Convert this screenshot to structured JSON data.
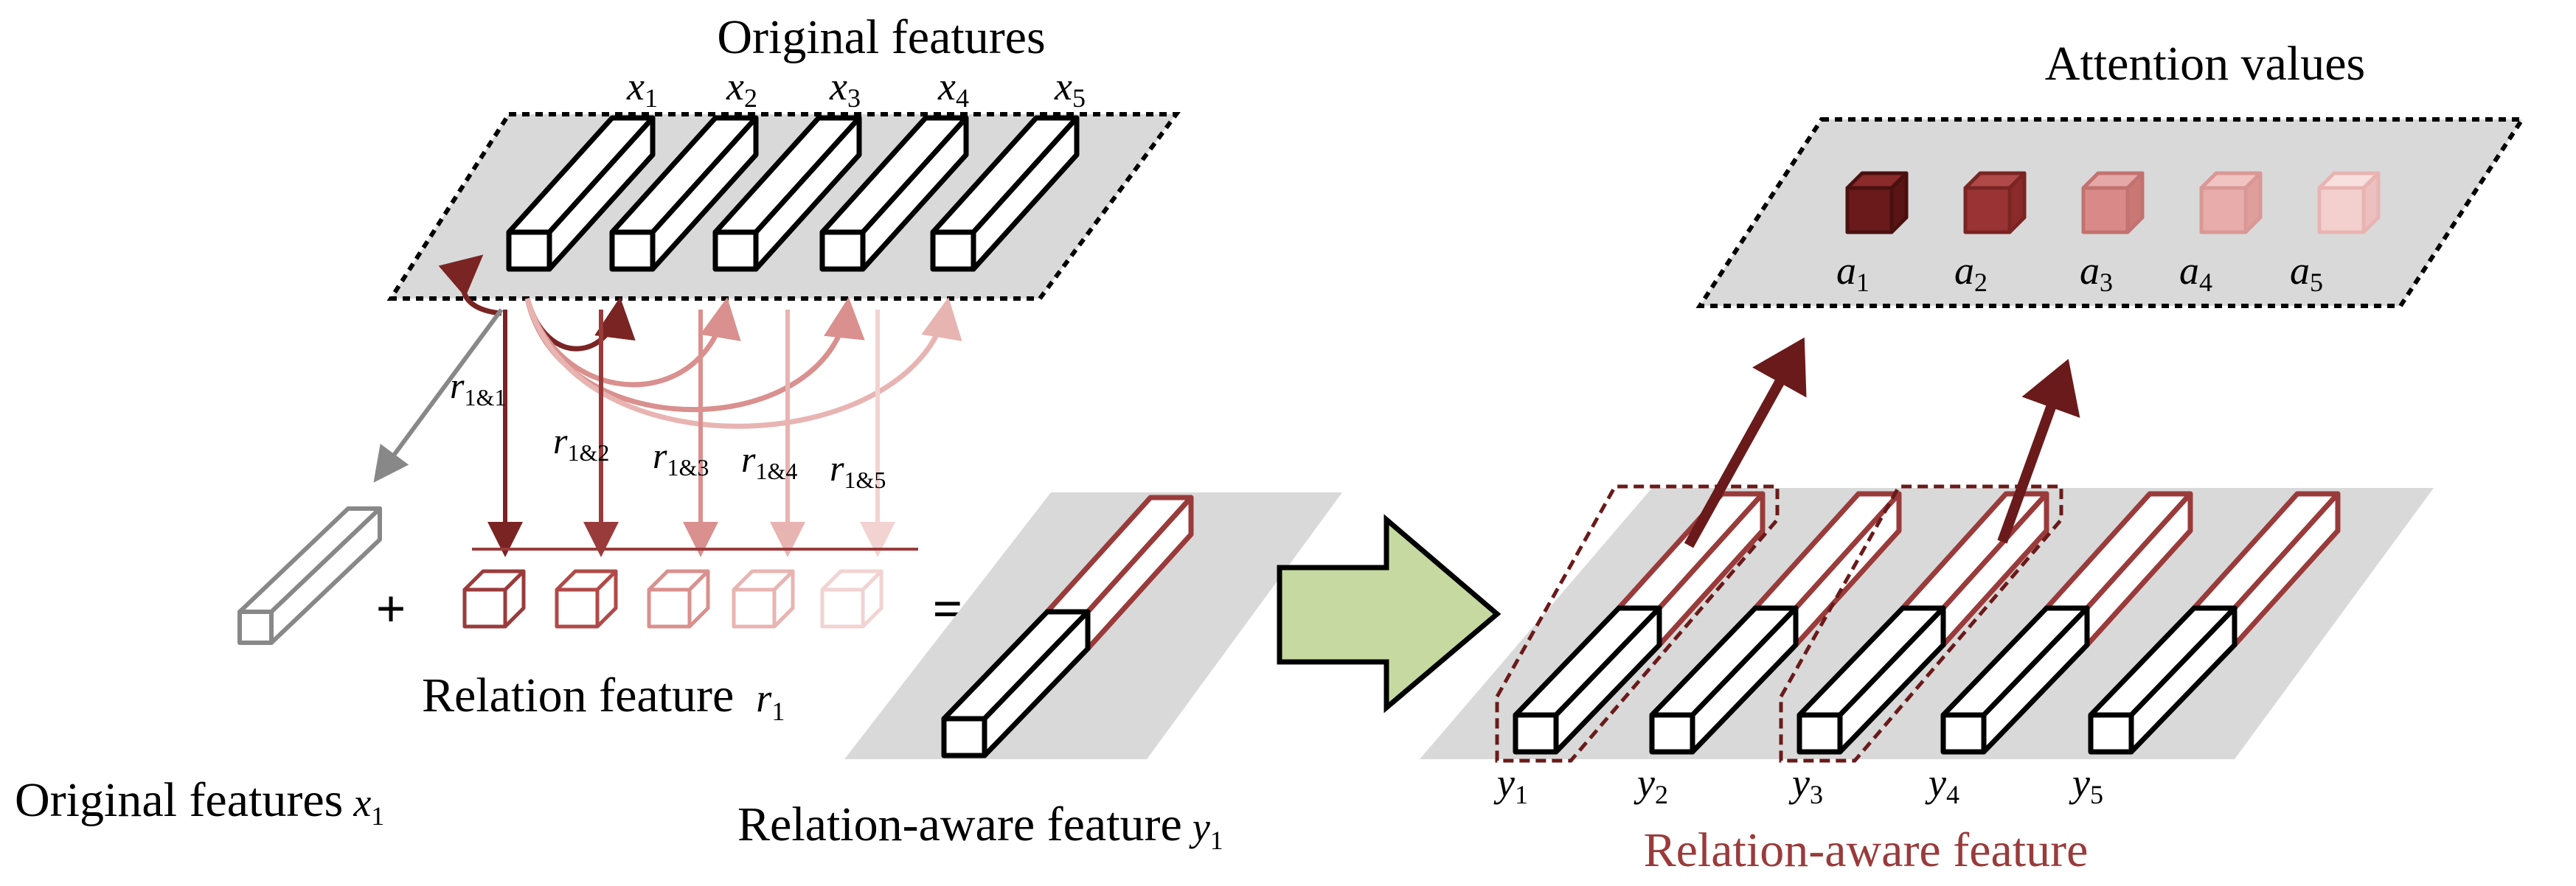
{
  "left_panel": {
    "title": "Original features",
    "feature_labels": [
      {
        "main": "x",
        "sub": "1"
      },
      {
        "main": "x",
        "sub": "2"
      },
      {
        "main": "x",
        "sub": "3"
      },
      {
        "main": "x",
        "sub": "4"
      },
      {
        "main": "x",
        "sub": "5"
      }
    ],
    "relation_labels": [
      {
        "main": "r",
        "sub": "1&1"
      },
      {
        "main": "r",
        "sub": "1&2"
      },
      {
        "main": "r",
        "sub": "1&3"
      },
      {
        "main": "r",
        "sub": "1&4"
      },
      {
        "main": "r",
        "sub": "1&5"
      }
    ],
    "plus_sign": "+",
    "equals_sign": "=",
    "relation_feature_label": "Relation feature",
    "relation_feature_var": {
      "main": "r",
      "sub": "1"
    },
    "original_feature_label": "Original features",
    "original_feature_var": {
      "main": "x",
      "sub": "1"
    },
    "relation_aware_label": "Relation-aware feature",
    "relation_aware_var": {
      "main": "y",
      "sub": "1"
    }
  },
  "right_panel": {
    "title": "Attention values",
    "attention_labels": [
      {
        "main": "a",
        "sub": "1"
      },
      {
        "main": "a",
        "sub": "2"
      },
      {
        "main": "a",
        "sub": "3"
      },
      {
        "main": "a",
        "sub": "4"
      },
      {
        "main": "a",
        "sub": "5"
      }
    ],
    "output_labels": [
      {
        "main": "y",
        "sub": "1"
      },
      {
        "main": "y",
        "sub": "2"
      },
      {
        "main": "y",
        "sub": "3"
      },
      {
        "main": "y",
        "sub": "4"
      },
      {
        "main": "y",
        "sub": "5"
      }
    ],
    "footer_label": "Relation-aware feature"
  },
  "colors": {
    "dark_red": "#7a2424",
    "red_levels": [
      "#7a2424",
      "#9a3b3b",
      "#d9908e",
      "#e8b4b2",
      "#f2d3d2"
    ],
    "attention_fill": [
      "#6a1a1a",
      "#9a3434",
      "#d98a88",
      "#e8adab",
      "#f3cfce"
    ],
    "plane_gray": "#d9d9d9",
    "arrow_green": "#c6d9a0"
  }
}
